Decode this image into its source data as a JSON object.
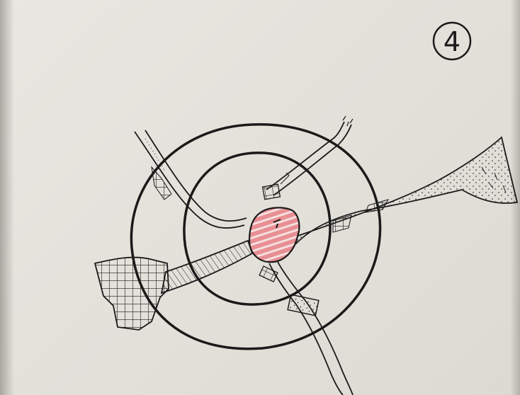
{
  "page": {
    "number_label": "4"
  },
  "colors": {
    "paper": "#e6e4de",
    "ink": "#1a1a1a",
    "core_fill": "#e78f93",
    "core_hatch": "#ffffff"
  },
  "icons": {
    "page_badge": "circled-number",
    "core": "red-hatched-blob"
  }
}
